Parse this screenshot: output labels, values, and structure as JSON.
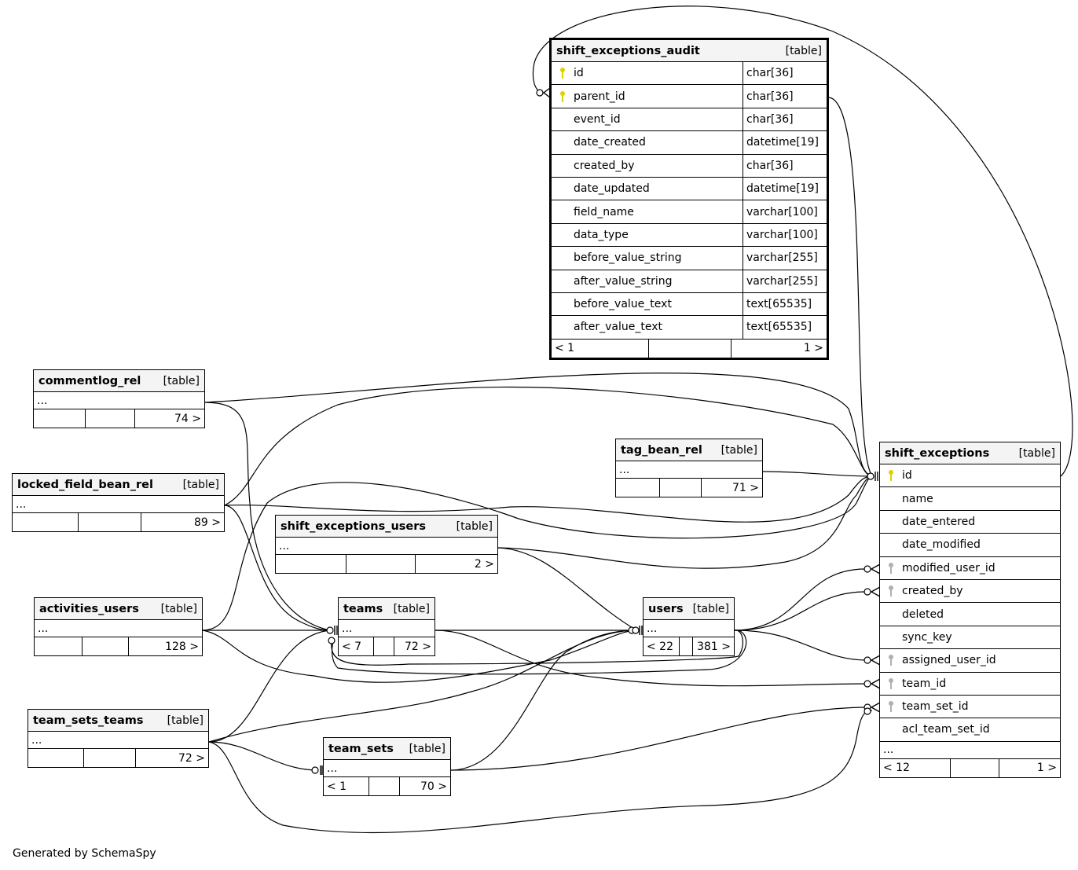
{
  "footer_text": "Generated by SchemaSpy",
  "colors": {
    "primary_key": "#e0d000",
    "foreign_key": "#b0b0b0",
    "header_bg": "#f4f4f4"
  },
  "tables": {
    "shift_exceptions_audit": {
      "name": "shift_exceptions_audit",
      "type": "[table]",
      "columns": [
        {
          "name": "id",
          "type": "char[36]",
          "icon": "primary-key-icon"
        },
        {
          "name": "parent_id",
          "type": "char[36]",
          "icon": "primary-key-icon"
        },
        {
          "name": "event_id",
          "type": "char[36]",
          "icon": ""
        },
        {
          "name": "date_created",
          "type": "datetime[19]",
          "icon": ""
        },
        {
          "name": "created_by",
          "type": "char[36]",
          "icon": ""
        },
        {
          "name": "date_updated",
          "type": "datetime[19]",
          "icon": ""
        },
        {
          "name": "field_name",
          "type": "varchar[100]",
          "icon": ""
        },
        {
          "name": "data_type",
          "type": "varchar[100]",
          "icon": ""
        },
        {
          "name": "before_value_string",
          "type": "varchar[255]",
          "icon": ""
        },
        {
          "name": "after_value_string",
          "type": "varchar[255]",
          "icon": ""
        },
        {
          "name": "before_value_text",
          "type": "text[65535]",
          "icon": ""
        },
        {
          "name": "after_value_text",
          "type": "text[65535]",
          "icon": ""
        }
      ],
      "footer": {
        "parents": "< 1",
        "mid": "",
        "children": "1 >"
      }
    },
    "shift_exceptions": {
      "name": "shift_exceptions",
      "type": "[table]",
      "columns": [
        {
          "name": "id",
          "icon": "primary-key-icon"
        },
        {
          "name": "name",
          "icon": ""
        },
        {
          "name": "date_entered",
          "icon": ""
        },
        {
          "name": "date_modified",
          "icon": ""
        },
        {
          "name": "modified_user_id",
          "icon": "foreign-key-icon"
        },
        {
          "name": "created_by",
          "icon": "foreign-key-icon"
        },
        {
          "name": "deleted",
          "icon": ""
        },
        {
          "name": "sync_key",
          "icon": ""
        },
        {
          "name": "assigned_user_id",
          "icon": "foreign-key-icon"
        },
        {
          "name": "team_id",
          "icon": "foreign-key-icon"
        },
        {
          "name": "team_set_id",
          "icon": "foreign-key-icon"
        },
        {
          "name": "acl_team_set_id",
          "icon": ""
        }
      ],
      "ellipsis": "...",
      "footer": {
        "parents": "< 12",
        "mid": "",
        "children": "1 >"
      }
    },
    "commentlog_rel": {
      "name": "commentlog_rel",
      "type": "[table]",
      "ellipsis": "...",
      "footer": {
        "parents": "",
        "mid": "",
        "children": "74 >"
      }
    },
    "locked_field_bean_rel": {
      "name": "locked_field_bean_rel",
      "type": "[table]",
      "ellipsis": "...",
      "footer": {
        "parents": "",
        "mid": "",
        "children": "89 >"
      }
    },
    "activities_users": {
      "name": "activities_users",
      "type": "[table]",
      "ellipsis": "...",
      "footer": {
        "parents": "",
        "mid": "",
        "children": "128 >"
      }
    },
    "team_sets_teams": {
      "name": "team_sets_teams",
      "type": "[table]",
      "ellipsis": "...",
      "footer": {
        "parents": "",
        "mid": "",
        "children": "72 >"
      }
    },
    "shift_exceptions_users": {
      "name": "shift_exceptions_users",
      "type": "[table]",
      "ellipsis": "...",
      "footer": {
        "parents": "",
        "mid": "",
        "children": "2 >"
      }
    },
    "teams": {
      "name": "teams",
      "type": "[table]",
      "ellipsis": "...",
      "footer": {
        "parents": "< 7",
        "mid": "",
        "children": "72 >"
      }
    },
    "team_sets": {
      "name": "team_sets",
      "type": "[table]",
      "ellipsis": "...",
      "footer": {
        "parents": "< 1",
        "mid": "",
        "children": "70 >"
      }
    },
    "tag_bean_rel": {
      "name": "tag_bean_rel",
      "type": "[table]",
      "ellipsis": "...",
      "footer": {
        "parents": "",
        "mid": "",
        "children": "71 >"
      }
    },
    "users": {
      "name": "users",
      "type": "[table]",
      "ellipsis": "...",
      "footer": {
        "parents": "< 22",
        "mid": "",
        "children": "381 >"
      }
    }
  }
}
